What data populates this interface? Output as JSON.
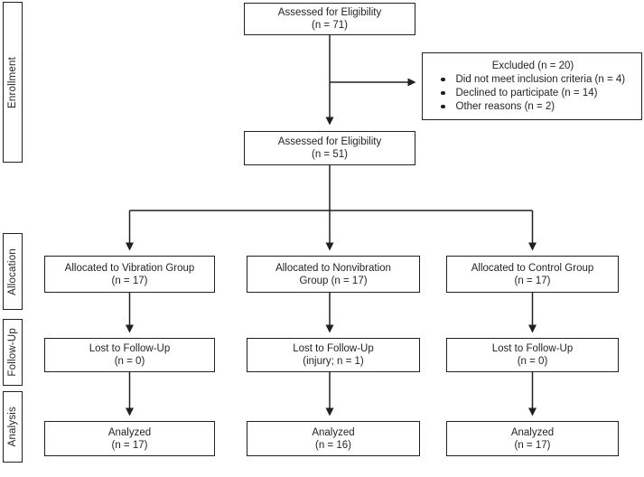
{
  "diagram": {
    "colors": {
      "line": "#231f20",
      "box_background": "#ffffff"
    },
    "stages": [
      {
        "label": "Enrollment"
      },
      {
        "label": "Allocation"
      },
      {
        "label": "Follow-Up"
      },
      {
        "label": "Analysis"
      }
    ],
    "nodes": {
      "assessed_71": {
        "lines": [
          "Assessed for Eligibility",
          "(n = 71)"
        ]
      },
      "excluded": {
        "title": "Excluded (n = 20)",
        "items": [
          "Did not meet inclusion criteria (n = 4)",
          "Declined to participate (n = 14)",
          "Other reasons (n = 2)"
        ]
      },
      "assessed_51": {
        "lines": [
          "Assessed for Eligibility",
          "(n = 51)"
        ]
      },
      "alloc_vibration": {
        "lines": [
          "Allocated to Vibration Group",
          "(n = 17)"
        ]
      },
      "alloc_nonvibration": {
        "lines": [
          "Allocated to Nonvibration",
          "Group (n = 17)"
        ]
      },
      "alloc_control": {
        "lines": [
          "Allocated to Control Group",
          "(n = 17)"
        ]
      },
      "followup_vibration": {
        "lines": [
          "Lost to Follow-Up",
          "(n = 0)"
        ]
      },
      "followup_nonvibration": {
        "lines": [
          "Lost to Follow-Up",
          "(injury; n = 1)"
        ]
      },
      "followup_control": {
        "lines": [
          "Lost to Follow-Up",
          "(n = 0)"
        ]
      },
      "analyzed_vibration": {
        "lines": [
          "Analyzed",
          "(n = 17)"
        ]
      },
      "analyzed_nonvibration": {
        "lines": [
          "Analyzed",
          "(n = 16)"
        ]
      },
      "analyzed_control": {
        "lines": [
          "Analyzed",
          "(n = 17)"
        ]
      }
    }
  }
}
